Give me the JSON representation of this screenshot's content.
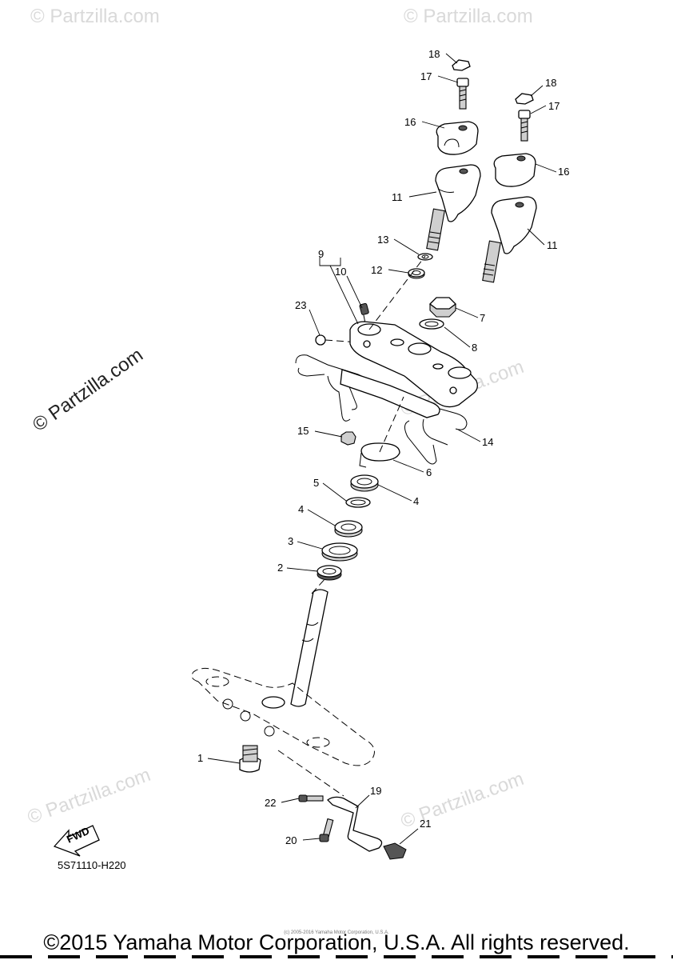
{
  "watermarks": {
    "main": "© Partzilla.com",
    "tile": "© Partzilla.com"
  },
  "fwd_label": "FWD",
  "diagram_code": "5S71110-H220",
  "small_copyright": "(c) 2005-2016 Yamaha Motor Corporation, U.S.A.",
  "copyright": "©2015 Yamaha Motor Corporation, U.S.A. All rights reserved.",
  "callouts": {
    "c1": "1",
    "c2": "2",
    "c3": "3",
    "c4a": "4",
    "c4b": "4",
    "c5": "5",
    "c6": "6",
    "c7": "7",
    "c8": "8",
    "c9": "9",
    "c10": "10",
    "c11a": "11",
    "c11b": "11",
    "c12": "12",
    "c13": "13",
    "c14": "14",
    "c15": "15",
    "c16a": "16",
    "c16b": "16",
    "c17a": "17",
    "c17b": "17",
    "c18a": "18",
    "c18b": "18",
    "c19": "19",
    "c20": "20",
    "c21": "21",
    "c22": "22",
    "c23": "23"
  },
  "colors": {
    "line": "#000000",
    "shade": "#cfcfcf",
    "watermark": "#d9d9d9"
  }
}
